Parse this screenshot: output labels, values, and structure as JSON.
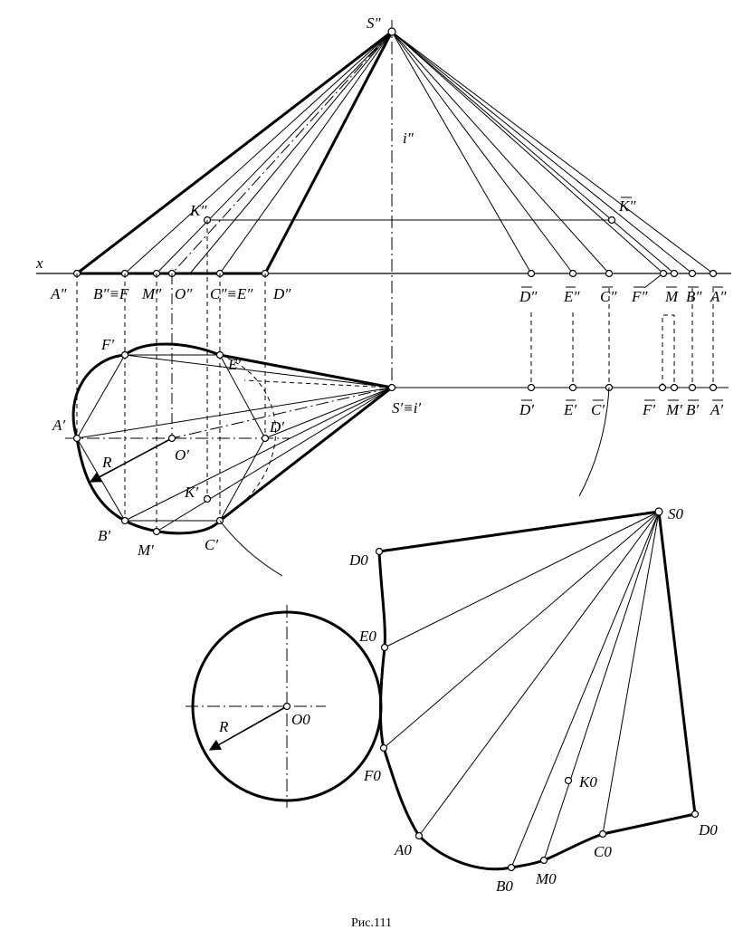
{
  "caption": "Рис.111",
  "colors": {
    "ink": "#000000",
    "paper": "#ffffff"
  },
  "labels": {
    "S2": "S″",
    "i2": "i″",
    "x": "x",
    "K2": "K″",
    "K2bar": "K″",
    "A2": "A″",
    "B2F": "B″≡F",
    "M2": "M″",
    "O2": "O″",
    "C2E2": "C″≡E″",
    "D2": "D″",
    "D2bar": "D″",
    "E2bar": "E″",
    "C2bar": "C″",
    "F2bar": "F″",
    "Mbar": "M",
    "B2bar": "B″",
    "A2bar": "A″",
    "F1": "F′",
    "E1": "E′",
    "A1": "A′",
    "D1": "D′",
    "O1": "O′",
    "R1": "R",
    "K1": "K′",
    "B1": "B′",
    "M1": "M′",
    "C1": "C′",
    "S1i1": "S′≡i′",
    "D1bar": "D′",
    "E1bar": "E′",
    "C1bar": "C′",
    "F1bar": "F′",
    "M1bar": "M′",
    "B1bar": "B′",
    "A1bar": "A′",
    "S0": "S0",
    "D0": "D0",
    "E0": "E0",
    "O0": "O0",
    "R0": "R",
    "F0": "F0",
    "K0": "K0",
    "A0": "A0",
    "B0": "B0",
    "M0": "M0",
    "C0": "C0",
    "D0b": "D0"
  }
}
